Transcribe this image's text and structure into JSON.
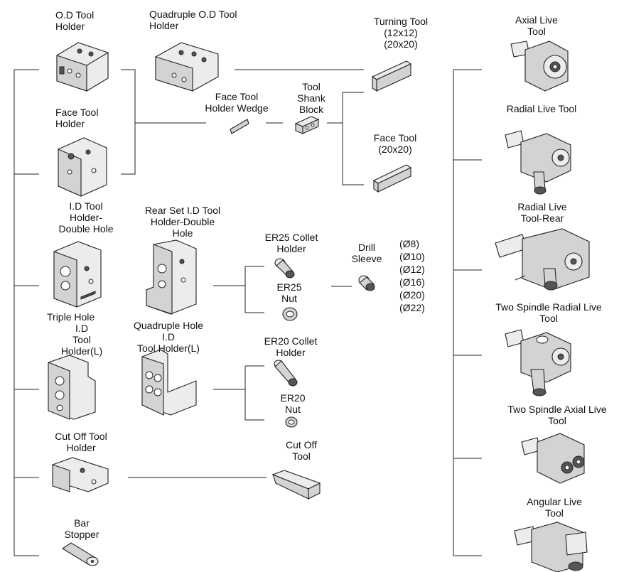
{
  "labels": {
    "od_holder": [
      "O.D Tool",
      "Holder"
    ],
    "quad_od": [
      "Quadruple O.D Tool",
      "Holder"
    ],
    "turning_tool": [
      "Turning Tool",
      "(12x12)",
      "(20x20)"
    ],
    "axial_live": [
      "Axial Live",
      "Tool"
    ],
    "face_wedge": [
      "Face Tool",
      "Holder Wedge"
    ],
    "shank_block": [
      "Tool",
      "Shank",
      "Block"
    ],
    "face_holder": [
      "Face Tool",
      "Holder"
    ],
    "radial_live": [
      "Radial Live Tool"
    ],
    "face_tool": [
      "Face Tool",
      "(20x20)"
    ],
    "id_double": [
      "I.D Tool",
      "Holder-",
      "Double Hole"
    ],
    "rear_set": [
      "Rear Set I.D Tool",
      "Holder-Double",
      "Hole"
    ],
    "radial_rear": [
      "Radial Live",
      "Tool-Rear"
    ],
    "er25_holder": [
      "ER25 Collet",
      "Holder"
    ],
    "drill_sleeve": [
      "Drill",
      "Sleeve"
    ],
    "er25_nut": [
      "ER25",
      "Nut"
    ],
    "sizes": [
      "(Ø8)",
      "(Ø10)",
      "(Ø12)",
      "(Ø16)",
      "(Ø20)",
      "(Ø22)"
    ],
    "triple_hole": [
      "Triple Hole"
    ],
    "two_spindle_radial": [
      "Two Spindle Radial Live",
      "Tool"
    ],
    "id_holder_l": [
      "I.D",
      "Tool",
      "Holder(L)"
    ],
    "quad_hole": [
      "Quadruple Hole",
      "I.D",
      "Tool Holder(L)"
    ],
    "er20_holder": [
      "ER20 Collet",
      "Holder"
    ],
    "er20_nut": [
      "ER20",
      "Nut"
    ],
    "two_spindle_axial": [
      "Two Spindle Axial Live",
      "Tool"
    ],
    "cutoff_holder": [
      "Cut Off Tool",
      "Holder"
    ],
    "cutoff_tool": [
      "Cut Off",
      "Tool"
    ],
    "angular_live": [
      "Angular Live",
      "Tool"
    ],
    "bar_stopper": [
      "Bar",
      "Stopper"
    ]
  }
}
